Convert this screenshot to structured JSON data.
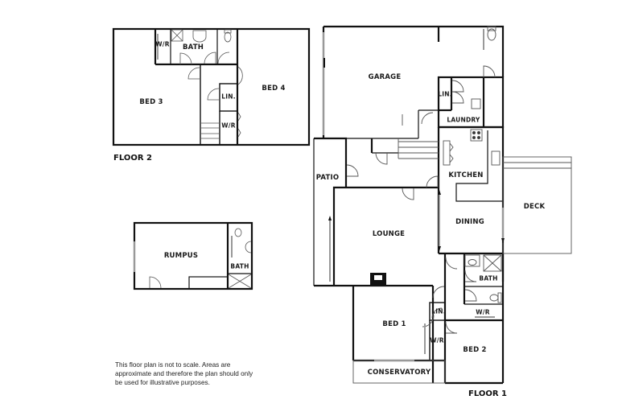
{
  "floor2": {
    "title": "FLOOR 2",
    "rooms": {
      "wr_top": "W/R",
      "bath": "BATH",
      "bed3": "BED 3",
      "bed4": "BED 4",
      "linen": "LIN.",
      "wr_hall": "W/R"
    }
  },
  "rumpus_block": {
    "rooms": {
      "rumpus": "RUMPUS",
      "bath": "BATH"
    }
  },
  "floor1": {
    "title": "FLOOR 1",
    "rooms": {
      "garage": "GARAGE",
      "linen_laundry": "LIN.",
      "laundry": "LAUNDRY",
      "patio": "PATIO",
      "kitchen": "KITCHEN",
      "deck": "DECK",
      "lounge": "LOUNGE",
      "dining": "DINING",
      "bath": "BATH",
      "wr_bed2": "W/R",
      "linen_hall": "LIN.",
      "bed1": "BED 1",
      "wr_bed1": "W/R",
      "bed2": "BED 2",
      "conservatory": "CONSERVATORY"
    }
  },
  "disclaimer": "This floor plan is not to scale. Areas are approximate and therefore the plan should only be used for illustrative purposes.",
  "colors": {
    "wall": "#111111",
    "thin_line": "#555555",
    "window": "#999999",
    "background": "#ffffff"
  }
}
